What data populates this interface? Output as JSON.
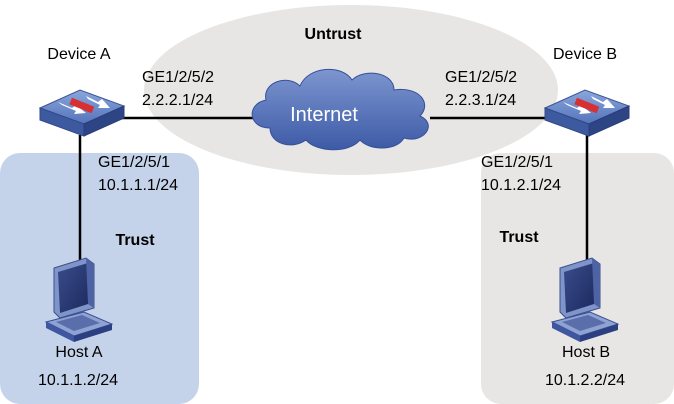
{
  "zones": {
    "untrust": "Untrust",
    "trust_left": "Trust",
    "trust_right": "Trust"
  },
  "cloud": {
    "label": "Internet"
  },
  "device_a": {
    "name": "Device A",
    "wan_if": "GE1/2/5/2",
    "wan_ip": "2.2.2.1/24",
    "lan_if": "GE1/2/5/1",
    "lan_ip": "10.1.1.1/24"
  },
  "device_b": {
    "name": "Device B",
    "wan_if": "GE1/2/5/2",
    "wan_ip": "2.2.3.1/24",
    "lan_if": "GE1/2/5/1",
    "lan_ip": "10.1.2.1/24"
  },
  "host_a": {
    "name": "Host A",
    "ip": "10.1.1.2/24"
  },
  "host_b": {
    "name": "Host B",
    "ip": "10.1.2.2/24"
  },
  "colors": {
    "trust_left_fill": "#c5d3ea",
    "trust_right_fill": "#e8e6e4",
    "untrust_fill": "#e8e6e4",
    "cloud": "#4a66b0",
    "device": "#4e6fb5",
    "link": "#000000"
  },
  "icons": {
    "firewall": "firewall-device-icon",
    "host": "desktop-pc-icon",
    "cloud": "cloud-icon"
  }
}
